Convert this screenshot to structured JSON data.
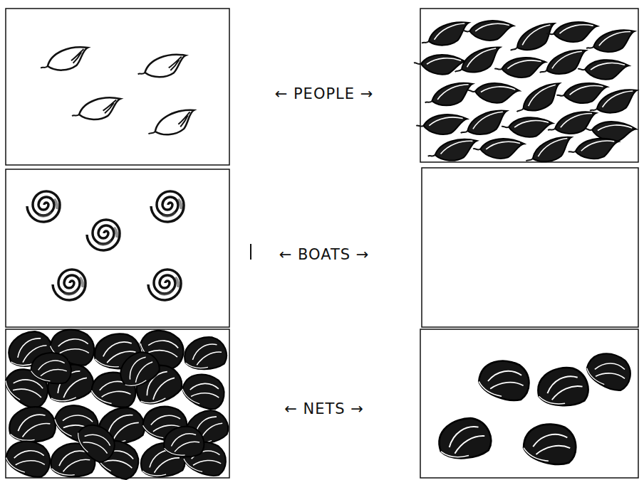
{
  "diagram": {
    "labels": [
      "← PEOPLE →",
      "← BOATS →",
      "← NETS →"
    ]
  }
}
